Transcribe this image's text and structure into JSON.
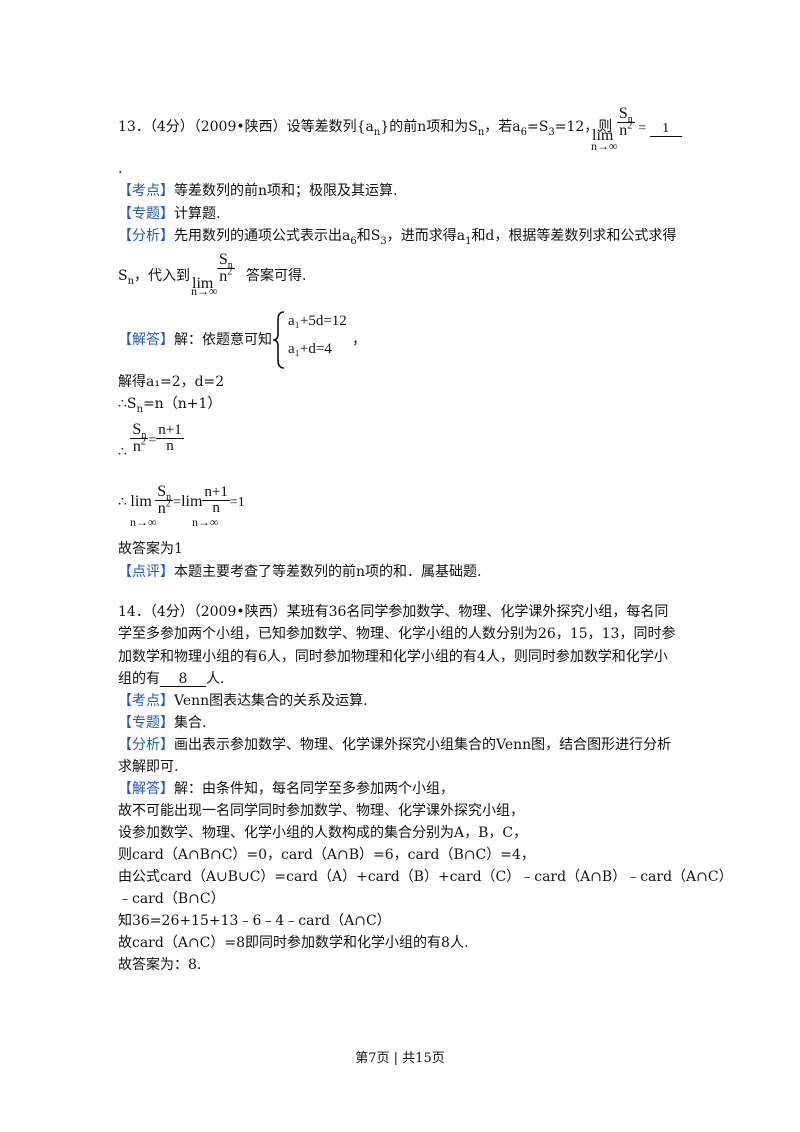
{
  "p13": {
    "head": "13．（4分）（2009•陕西）设等差数列{a",
    "head_sub": "n",
    "head2": "}的前n项和为S",
    "head2_sub": "n",
    "head3": "，若a",
    "head3_sub": "6",
    "head4": "=S",
    "head4_sub": "3",
    "head5": "=12，则",
    "lim_word": "lim",
    "lim_under": "n→∞",
    "frac_num": "S",
    "frac_num_sub": "n",
    "frac_den": "n",
    "frac_den_sup": "2",
    "eq": "=",
    "answer": "1",
    "period": ".",
    "kaodian_tag": "【考点】",
    "kaodian_text": "等差数列的前n项和；极限及其运算.",
    "zhuanti_tag": "【专题】",
    "zhuanti_text": "计算题.",
    "fenxi_tag": "【分析】",
    "fenxi_text1a": "先用数列的通项公式表示出a",
    "fenxi_text1a_sub": "6",
    "fenxi_text1b": "和S",
    "fenxi_text1b_sub": "3",
    "fenxi_text1c": "，进而求得a",
    "fenxi_text1c_sub": "1",
    "fenxi_text1d": "和d，根据等差数列求和公式求得",
    "fenxi_text2a": "S",
    "fenxi_text2a_sub": "n",
    "fenxi_text2b": "，代入到",
    "fenxi_text2c": "答案可得.",
    "jieda_tag": "【解答】",
    "jieda_text": "解：依题意可知",
    "sys1": "a₁+5d=12",
    "sys2": "a₁+d=4",
    "sys_comma": "，",
    "sol1": "解得a₁=2，d=2",
    "sol2": "∴S",
    "sol2_sub": "n",
    "sol2b": "=n（n+1）",
    "sol3_prefix": "∴",
    "sol3_rhs_num": "n+1",
    "sol3_rhs_den": "n",
    "sol4_prefix": "∴",
    "sol4_result": "=1",
    "final": "故答案为1",
    "dianping_tag": "【点评】",
    "dianping_text": "本题主要考查了等差数列的前n项的和．属基础题."
  },
  "p14": {
    "line1": "14．（4分）（2009•陕西）某班有36名同学参加数学、物理、化学课外探究小组，每名同",
    "line2": "学至多参加两个小组，已知参加数学、物理、化学小组的人数分别为26，15，13，同时参",
    "line3": "加数学和物理小组的有6人，同时参加物理和化学小组的有4人，则同时参加数学和化学小",
    "line4a": "组的有",
    "answer": "8",
    "line4b": "人.",
    "kaodian_tag": "【考点】",
    "kaodian_text": "Venn图表达集合的关系及运算.",
    "zhuanti_tag": "【专题】",
    "zhuanti_text": "集合.",
    "fenxi_tag": "【分析】",
    "fenxi_text1": "画出表示参加数学、物理、化学课外探究小组集合的Venn图，结合图形进行分析",
    "fenxi_text2": "求解即可.",
    "jieda_tag": "【解答】",
    "jieda_text": "解：由条件知，每名同学至多参加两个小组，",
    "s1": "故不可能出现一名同学同时参加数学、物理、化学课外探究小组，",
    "s2": "设参加数学、物理、化学小组的人数构成的集合分别为A，B，C，",
    "s3": "则card（A∩B∩C）=0，card（A∩B）=6，card（B∩C）=4，",
    "s4": "由公式card（A∪B∪C）=card（A）+card（B）+card（C）﹣card（A∩B）﹣card（A∩C）",
    "s5": "﹣card（B∩C）",
    "s6": "知36=26+15+13﹣6﹣4﹣card（A∩C）",
    "s7": "故card（A∩C）=8即同时参加数学和化学小组的有8人.",
    "s8": "故答案为：8."
  },
  "footer": "第7页 | 共15页",
  "colors": {
    "tag": "#1f56c8",
    "text": "#111111"
  }
}
